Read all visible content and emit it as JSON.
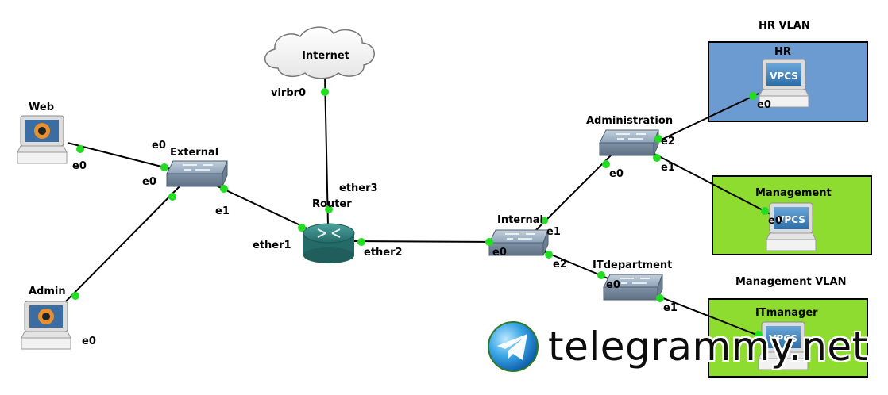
{
  "vlans": {
    "hr_vlan_title": "HR VLAN",
    "management_vlan_title": "Management VLAN"
  },
  "nodes": {
    "internet": "Internet",
    "web": "Web",
    "admin": "Admin",
    "external": "External",
    "router": "Router",
    "internal": "Internal",
    "administration": "Administration",
    "itdepartment": "ITdepartment",
    "hr": "HR",
    "management": "Management",
    "itmanager": "ITmanager"
  },
  "ports": {
    "virbr0": "virbr0",
    "web_e0": "e0",
    "external_e0_top": "e0",
    "external_e0_left": "e0",
    "external_e1": "e1",
    "admin_e0": "e0",
    "ether1": "ether1",
    "ether2": "ether2",
    "ether3": "ether3",
    "internal_e0": "e0",
    "internal_e1": "e1",
    "internal_e2": "e2",
    "administration_e0": "e0",
    "administration_e1": "e1",
    "administration_e2": "e2",
    "hr_e0": "e0",
    "management_e0": "e0",
    "itdepartment_e0": "e0",
    "itdepartment_e1": "e1"
  },
  "vpcs_label": "VPCS",
  "watermark": "telegrammy.net",
  "colors": {
    "link": "#000000",
    "port_dot": "#22dd22",
    "hr_vlan_fill": "#6b9bd1",
    "management_vlan_fill": "#8ddc2f",
    "switch": "#8ea3b8",
    "router": "#2f7f7c"
  }
}
